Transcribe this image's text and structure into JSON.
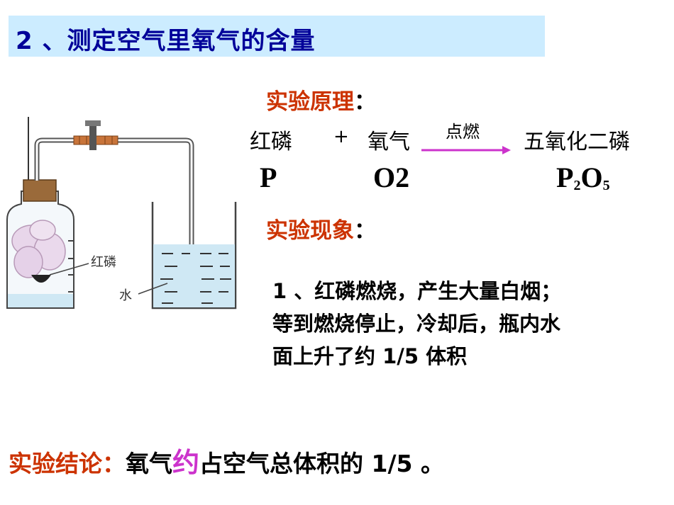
{
  "title": "2 、测定空气里氧气的含量",
  "principle": {
    "label": "实验原理",
    "colon": "：",
    "reactant1": "红磷",
    "plus": "+",
    "reactant2": "氧气",
    "condition": "点燃",
    "product": "五氧化二磷",
    "formula_p": "P",
    "formula_o2": "O2",
    "formula_p2o5": {
      "p": "P",
      "p_sub": "2",
      "o": "O",
      "o_sub": "5"
    }
  },
  "phenomenon": {
    "label": "实验现象",
    "colon": "：",
    "lines": [
      "1 、红磷燃烧，产生大量白烟；",
      "等到燃烧停止，冷却后，瓶内水",
      "面上升了约 1/5 体积"
    ]
  },
  "apparatus": {
    "label_phosphorus": "红磷",
    "label_water": "水"
  },
  "conclusion": {
    "label": "实验结论：",
    "text_before": "氧气",
    "emphasis": "约",
    "text_after": "占空气总体积的 1/5 。"
  },
  "colors": {
    "title_bg": "#ccecff",
    "title_text": "#000099",
    "heading": "#cc3300",
    "emphasis": "#cc33cc",
    "arrow": "#cc33cc"
  }
}
